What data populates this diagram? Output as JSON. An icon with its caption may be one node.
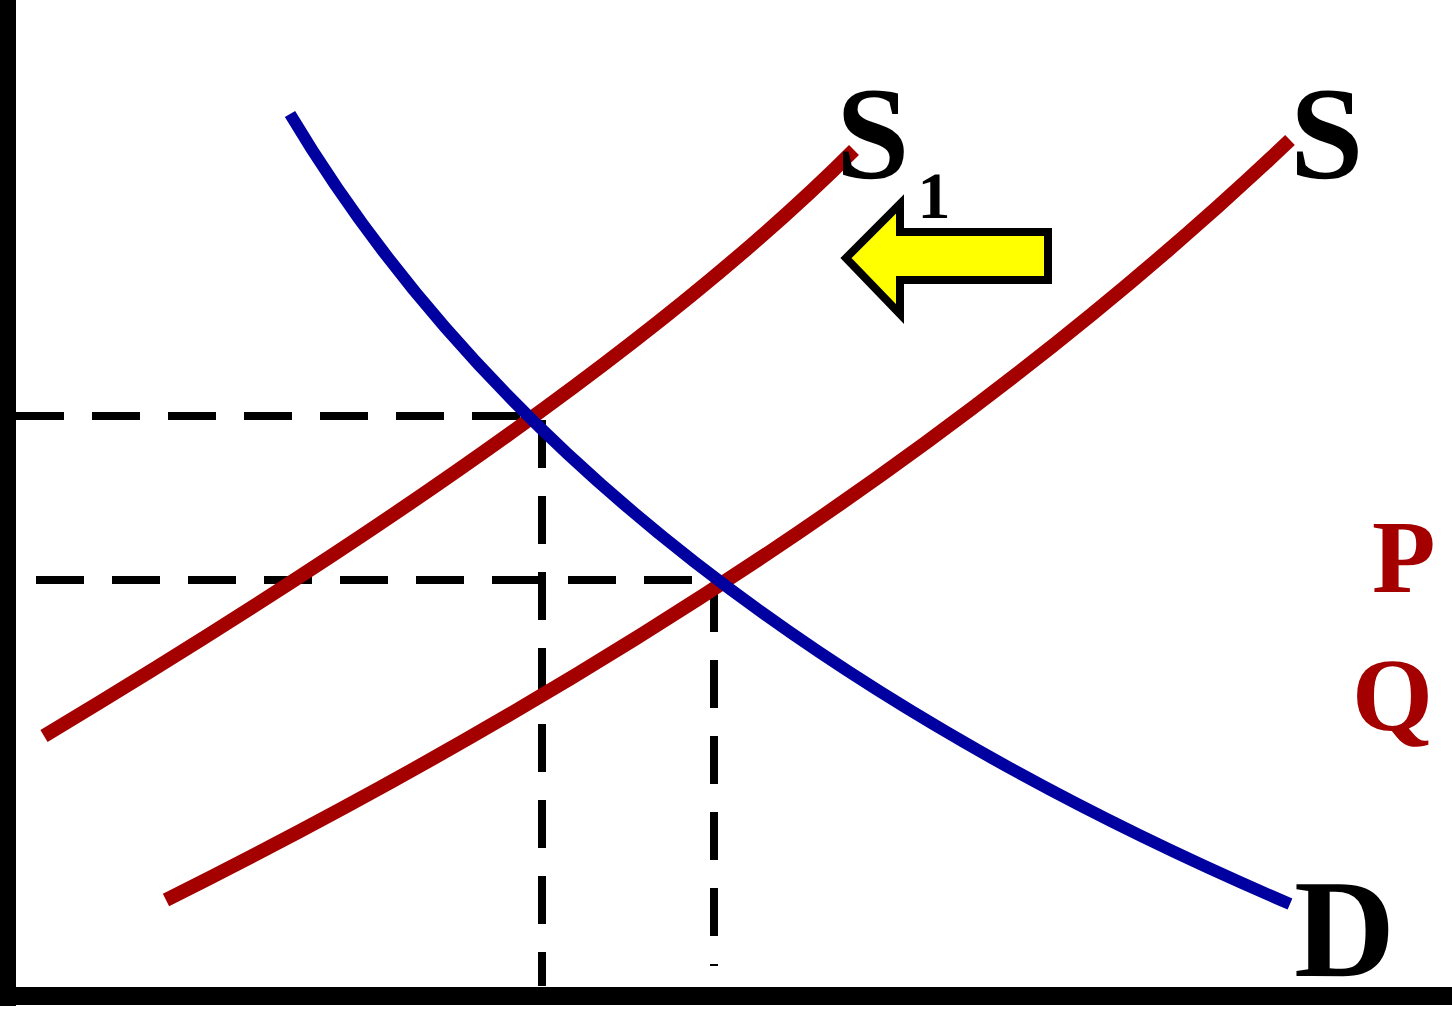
{
  "diagram": {
    "labels": [
      "S$_{1}$",
      "S",
      "P",
      "Q",
      "D"
    ]
  }
}
